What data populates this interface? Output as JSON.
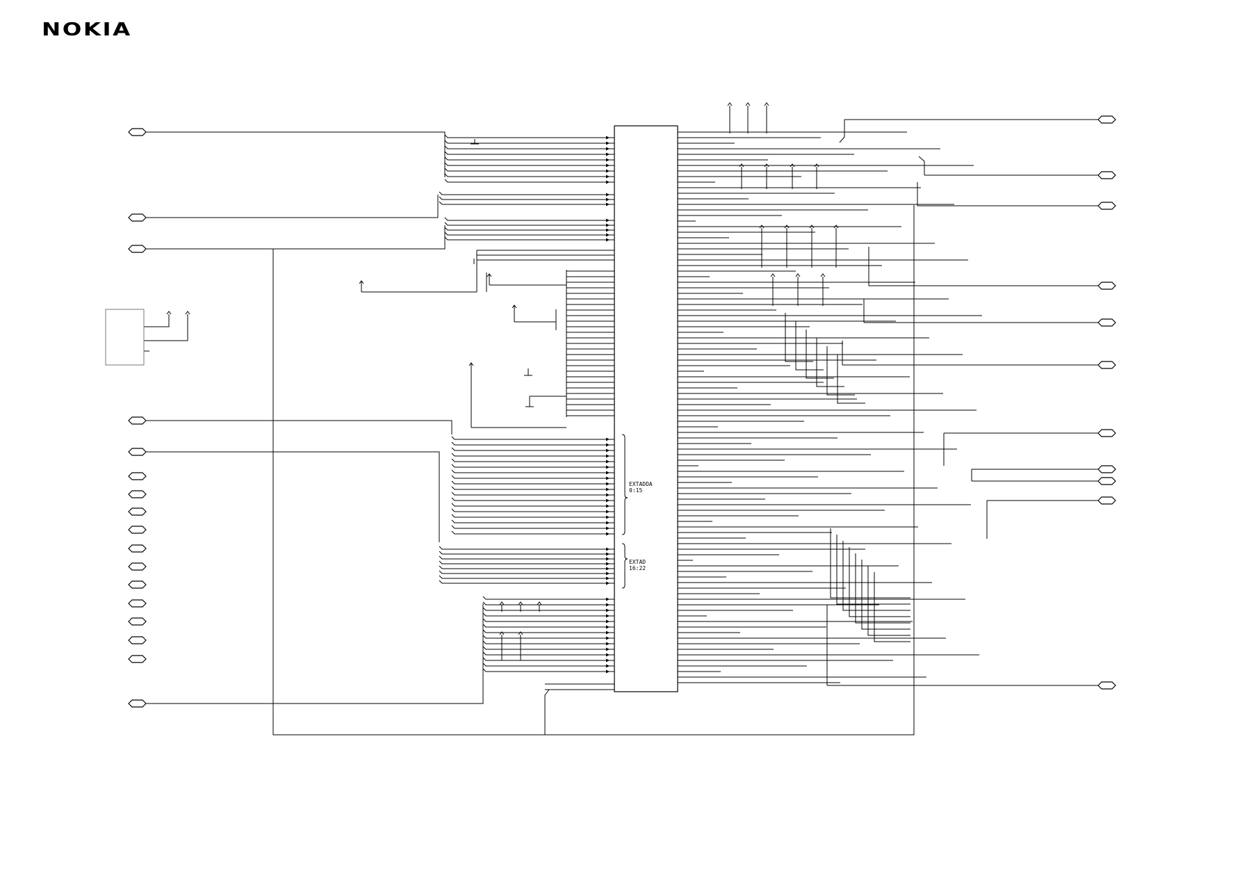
{
  "header": {
    "logo_text": "NOKIA"
  },
  "schematic": {
    "bus_labels": [
      {
        "id": "extadda",
        "lines": [
          "EXTADDA",
          "0:15"
        ]
      },
      {
        "id": "extad",
        "lines": [
          "EXTAD",
          "16:22"
        ]
      }
    ]
  }
}
